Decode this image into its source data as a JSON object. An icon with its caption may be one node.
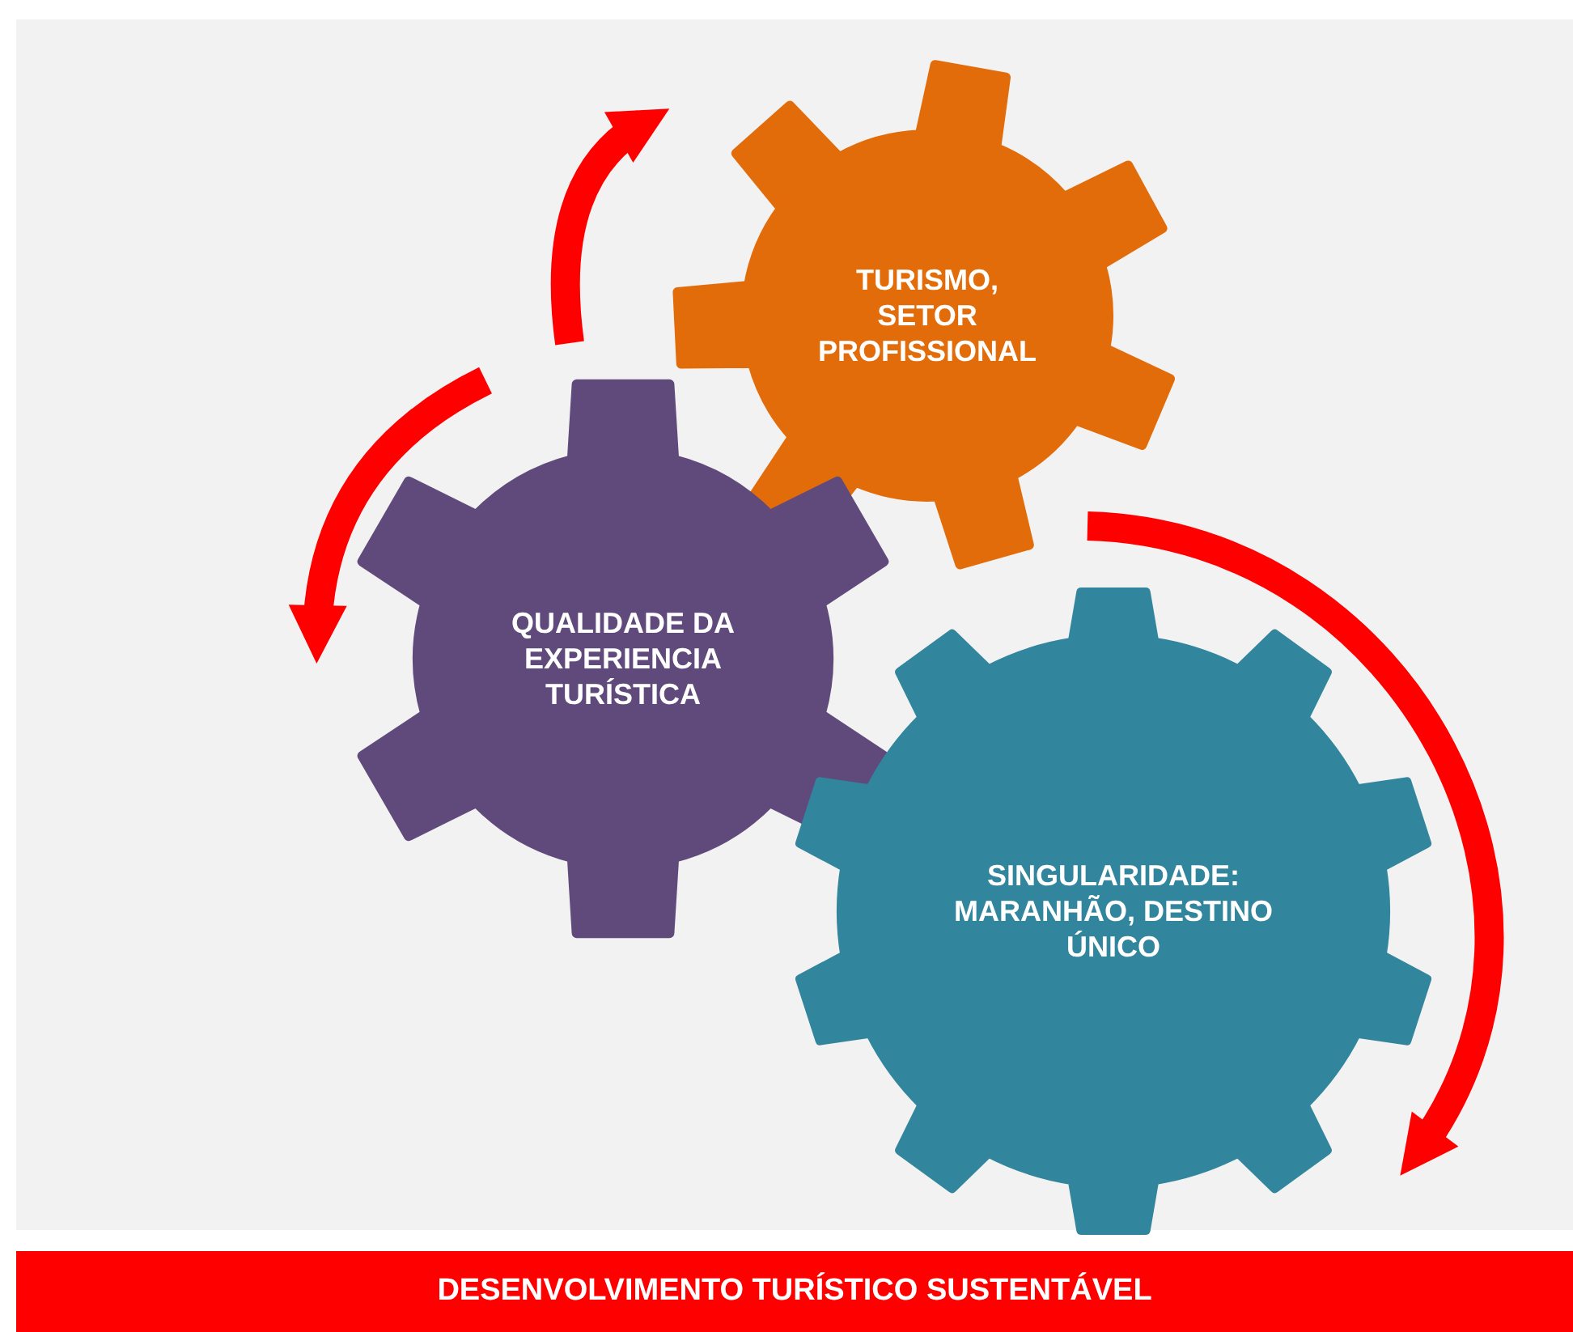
{
  "diagram": {
    "nodes": [
      {
        "text": [
          "TURISMO, SETOR PROFISSIONAL"
        ]
      },
      {
        "text": [
          "QUALIDADE DA EXPERIENCIA TURÍSTICA"
        ]
      },
      {
        "text": [
          "SINGULARIDADE: MARANHÃO, DESTINO ÚNICO"
        ]
      },
      {
        "text": [
          "DESENVOLVIMENTO TURÍSTICO SUSTENTÁVEL"
        ]
      }
    ]
  }
}
